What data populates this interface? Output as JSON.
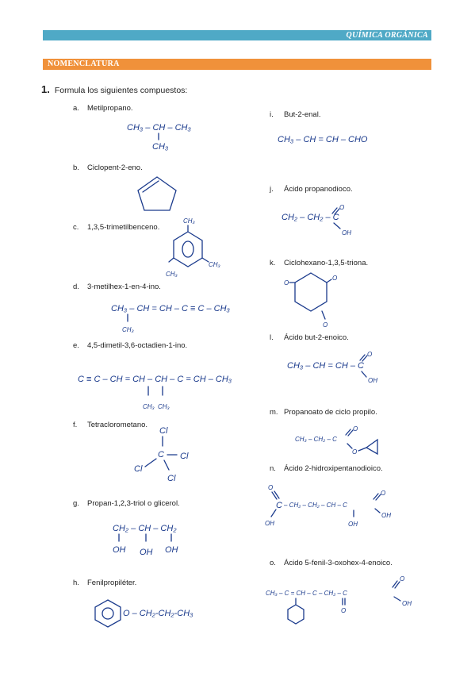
{
  "header": {
    "title": "QUÍMICA ORGÁNICA"
  },
  "section": {
    "title": "NOMENCLATURA"
  },
  "question": {
    "number": "1.",
    "text": "Formula los siguientes compuestos:"
  },
  "items": [
    {
      "letter": "a.",
      "label": "Metilpropano."
    },
    {
      "letter": "b.",
      "label": "Ciclopent-2-eno."
    },
    {
      "letter": "c.",
      "label": "1,3,5-trimetilbenceno."
    },
    {
      "letter": "d.",
      "label": "3-metilhex-1-en-4-ino."
    },
    {
      "letter": "e.",
      "label": "4,5-dimetil-3,6-octadien-1-ino."
    },
    {
      "letter": "f.",
      "label": "Tetraclorometano."
    },
    {
      "letter": "g.",
      "label": "Propan-1,2,3-triol o glicerol."
    },
    {
      "letter": "h.",
      "label": "Fenilpropiléter."
    },
    {
      "letter": "i.",
      "label": "But-2-enal."
    },
    {
      "letter": "j.",
      "label": "Ácido propanodioco."
    },
    {
      "letter": "k.",
      "label": "Ciclohexano-1,3,5-triona."
    },
    {
      "letter": "l.",
      "label": "Ácido but-2-enoico."
    },
    {
      "letter": "m.",
      "label": "Propanoato de ciclo propilo."
    },
    {
      "letter": "n.",
      "label": "Ácido 2-hidroxipentanodioico."
    },
    {
      "letter": "o.",
      "label": "Ácido 5-fenil-3-oxohex-4-enoico."
    }
  ],
  "answers": {
    "a": {
      "main": "CH₃ – CH – CH₃",
      "sub": "CH₃"
    },
    "c": {
      "top": "CH₃",
      "right": "CH₃",
      "bottom": "CH₃"
    },
    "d": {
      "main": "CH₃ – CH = CH – C ≡ C – CH₃",
      "sub": "CH₃"
    },
    "e": {
      "main": "C ≡ C – CH = CH – CH – C = CH – CH₃",
      "sub1": "CH₃",
      "sub2": "CH₃"
    },
    "f": {
      "top": "Cl",
      "center": "C",
      "left": "Cl",
      "right": "Cl",
      "bottom": "Cl"
    },
    "g": {
      "main": "CH₂ – CH – CH₂",
      "oh1": "OH",
      "oh2": "OH",
      "oh3": "OH"
    },
    "h": {
      "main": "O – CH₂-CH₂-CH₃"
    },
    "i": {
      "main": "CH₃ – CH = CH – CHO"
    },
    "j": {
      "main": "CH₂ – CH₂ – C",
      "o": "O",
      "oh": "OH"
    },
    "k": {
      "o1": "O",
      "o2": "O",
      "o3": "O"
    },
    "l": {
      "main": "CH₃ – CH = CH – C",
      "o": "O",
      "oh": "OH"
    },
    "m": {
      "main": "CH₃ – CH₂ – C",
      "o": "O",
      "o2": "O"
    },
    "n": {
      "c1": "C",
      "o": "O",
      "oh1": "OH",
      "main": "– CH₂ – CH₂ – CH – C",
      "o2": "O",
      "oh2": "OH",
      "oh3": "OH"
    },
    "o": {
      "main": "CH₃ – C = CH – C – CH₂ – C",
      "o": "O",
      "o2": "O",
      "oh": "OH"
    }
  }
}
